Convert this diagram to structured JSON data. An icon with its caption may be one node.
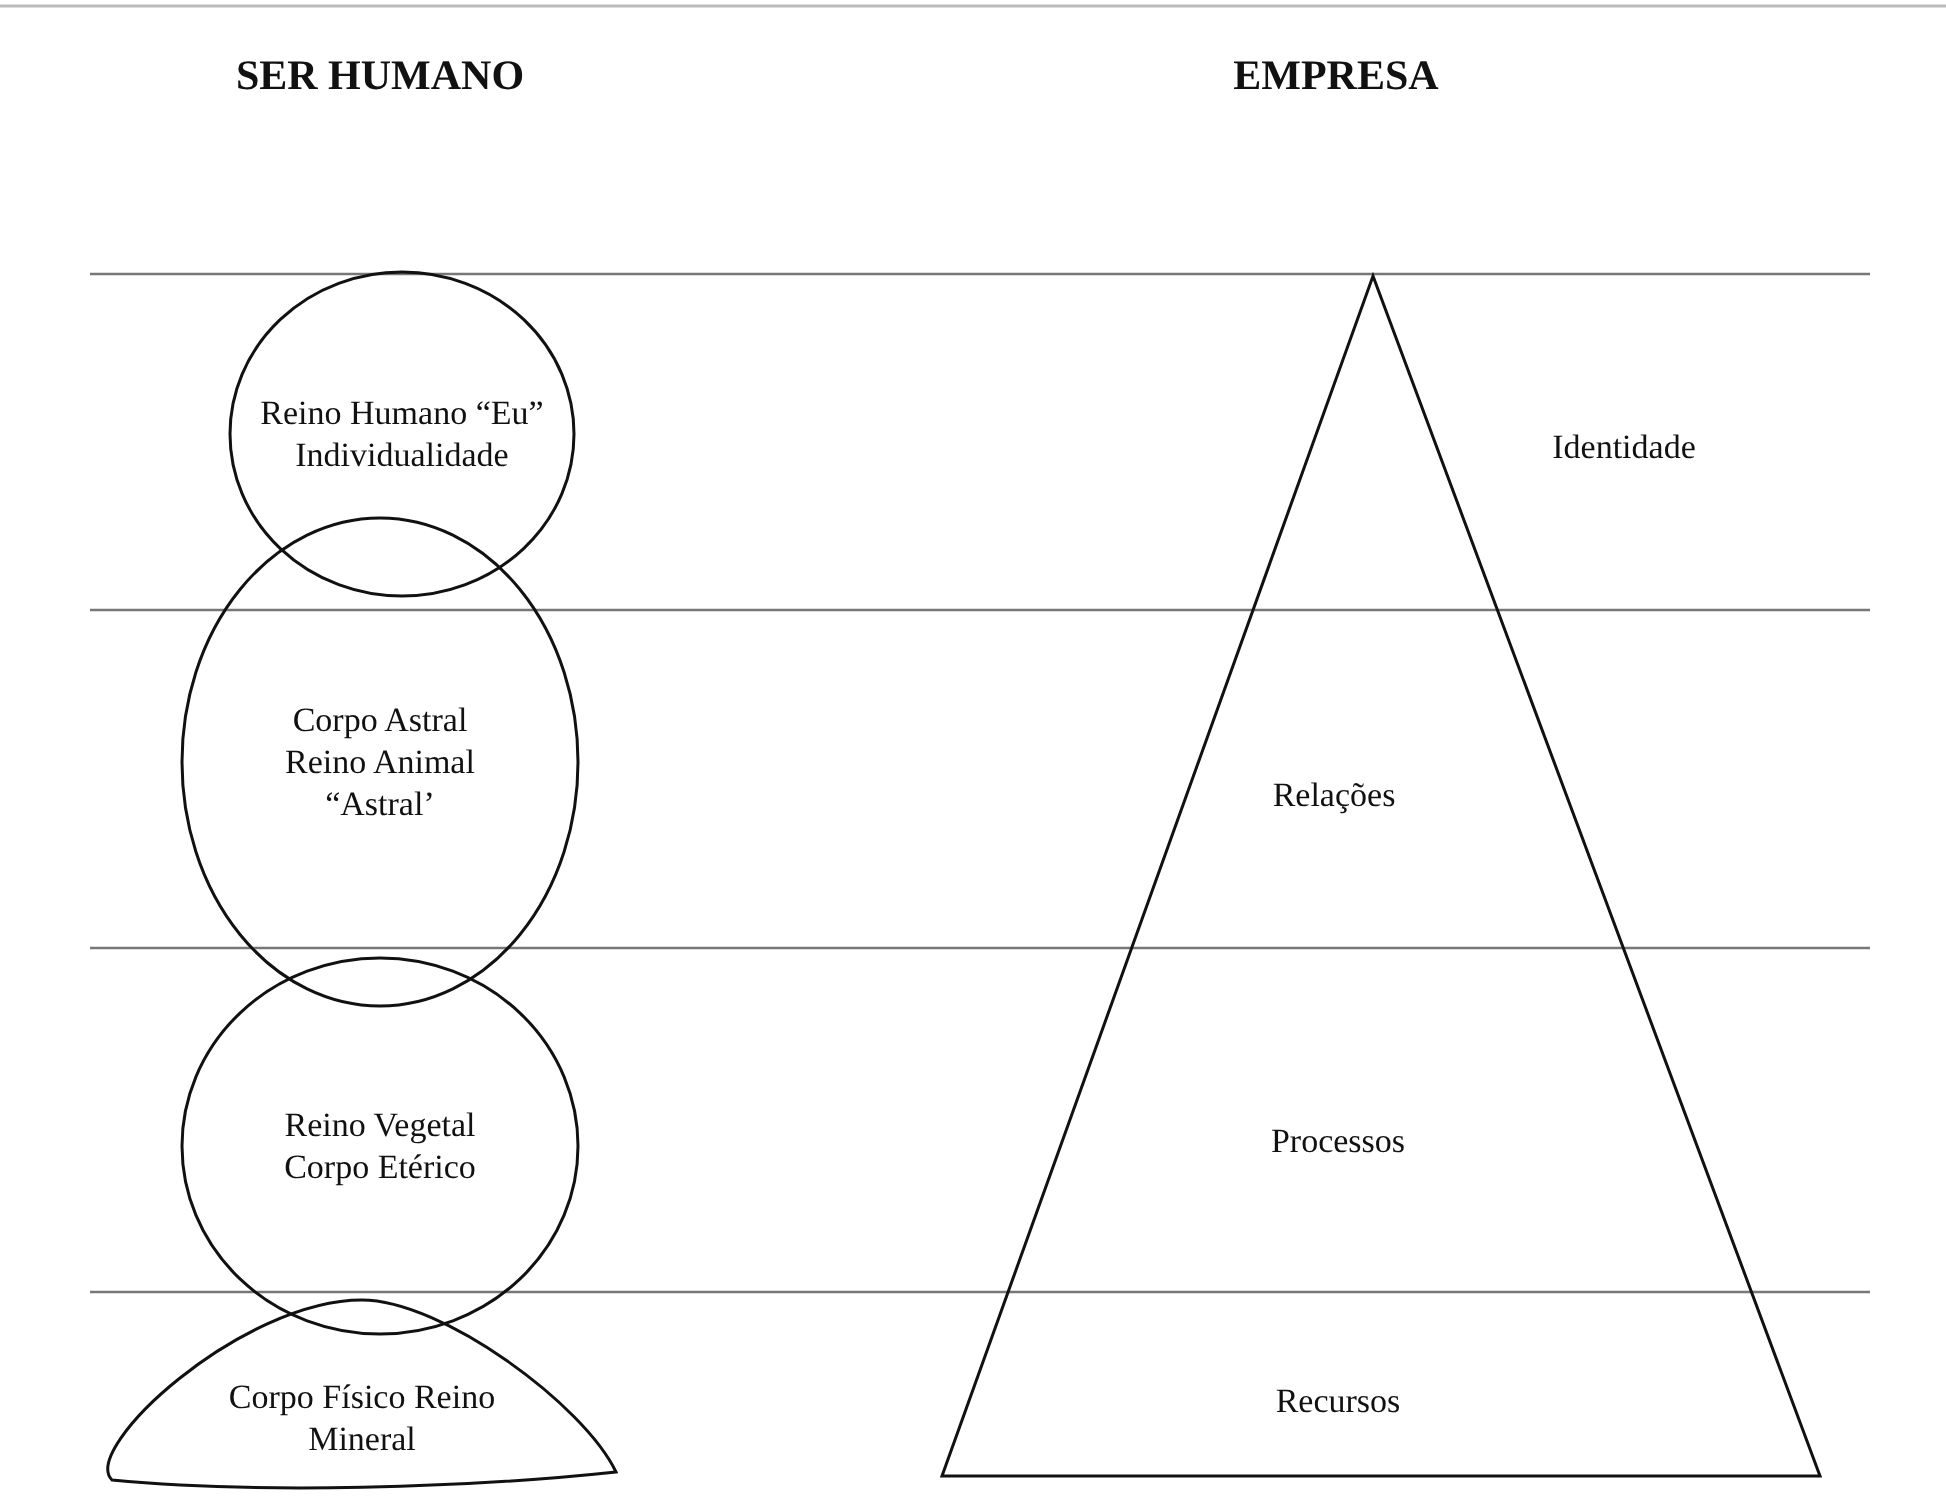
{
  "diagram": {
    "nodes": [
      {
        "text": [
          "Reino Humano “Eu” Individualidade"
        ]
      },
      {
        "text": [
          "Corpo Astral Reino Animal “Astral’"
        ]
      },
      {
        "text": [
          "Reino Vegetal Corpo Etérico"
        ]
      },
      {
        "text": [
          "Corpo Físico Reino Mineral"
        ]
      },
      {
        "text": [],
        "shape": "triangle"
      }
    ],
    "edges": [],
    "labels": [
      "SER HUMANO",
      "EMPRESA",
      "Identidade",
      "Relações",
      "Processos",
      "Recursos"
    ]
  }
}
